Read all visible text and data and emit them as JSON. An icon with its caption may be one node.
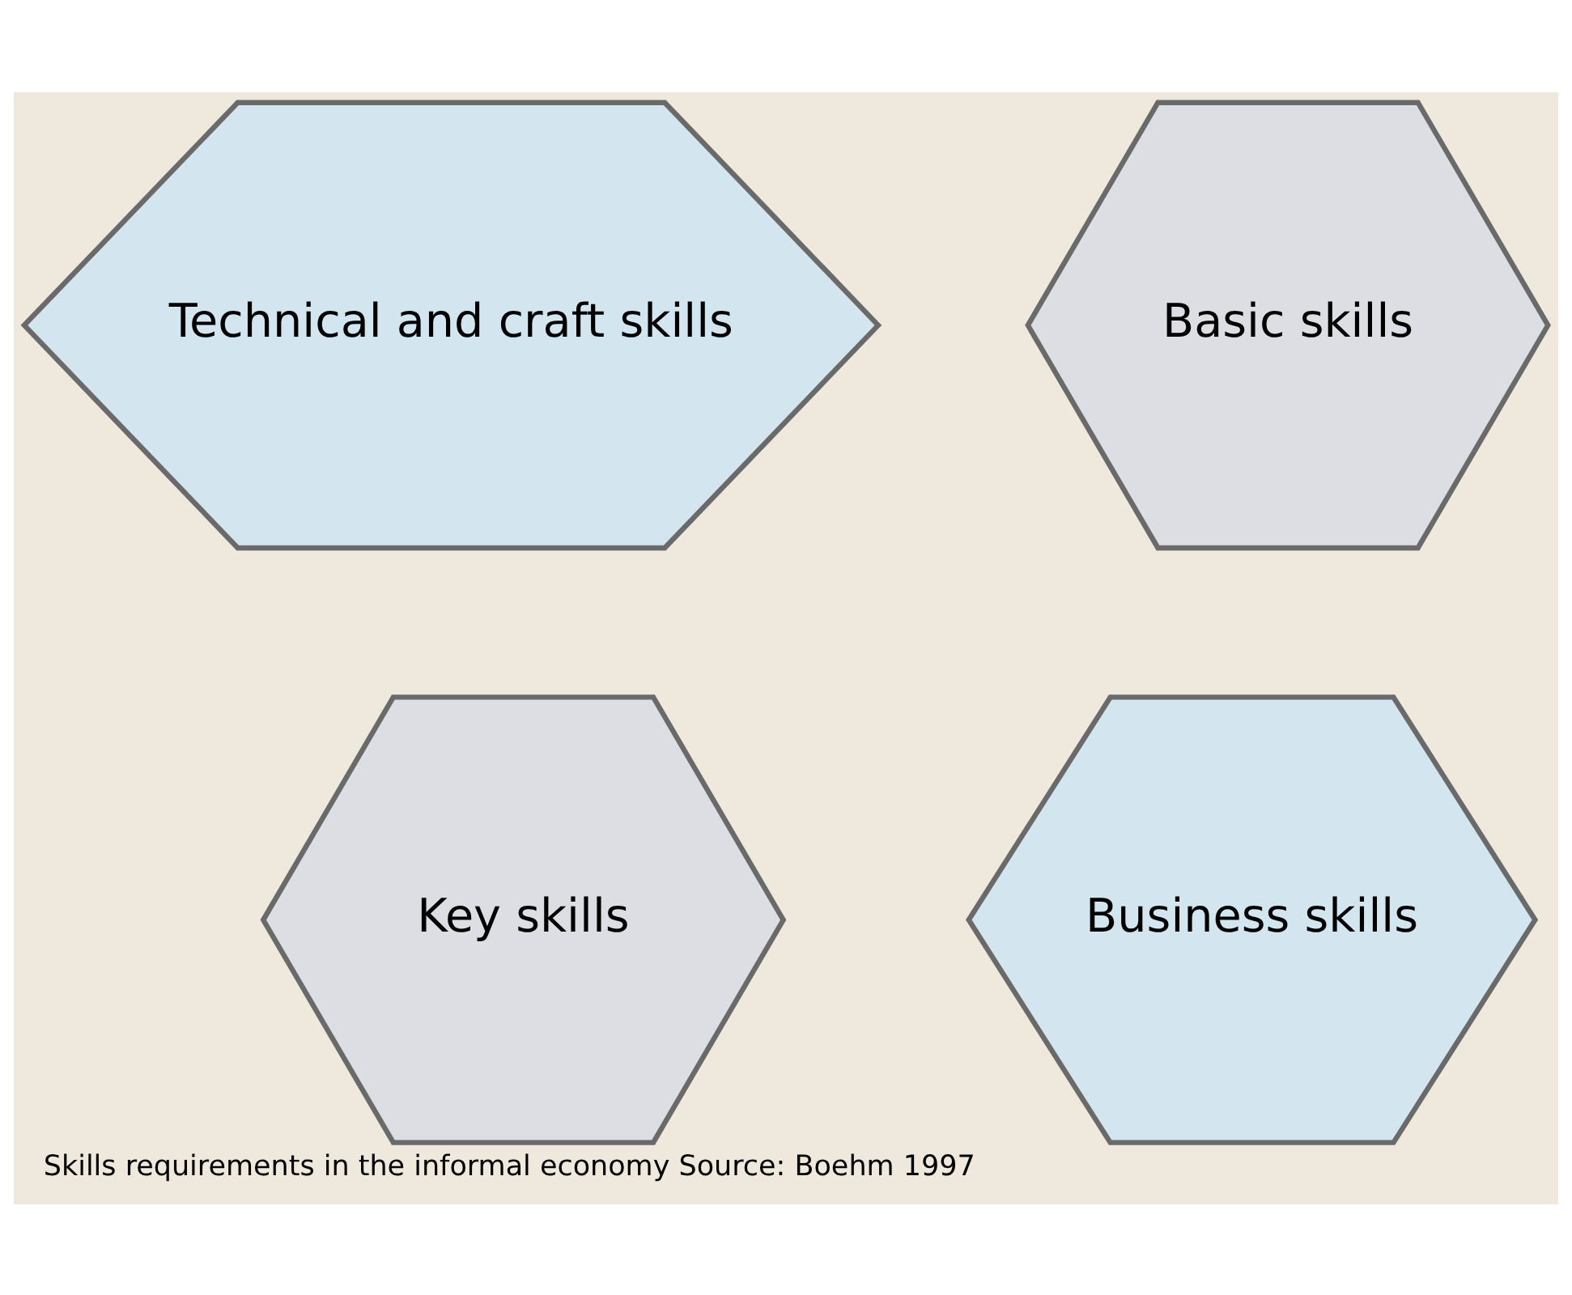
{
  "diagram": {
    "caption": "Skills requirements in the informal economy Source: Boehm 1997",
    "nodes": [
      {
        "text": [
          "Technical and craft skills"
        ]
      },
      {
        "text": [
          "Basic skills"
        ]
      },
      {
        "text": [
          "Key skills"
        ]
      },
      {
        "text": [
          "Business skills"
        ]
      }
    ]
  }
}
